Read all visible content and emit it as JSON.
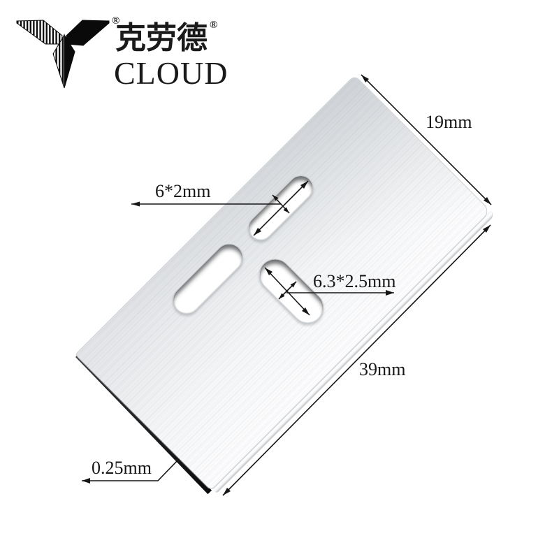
{
  "brand": {
    "name_cn": "克劳德",
    "name_en": "CLOUD",
    "registered_mark": "®"
  },
  "annotations": {
    "top_edge_width": "19mm",
    "side_edge_length": "39mm",
    "small_slot_size": "6*2mm",
    "large_slot_size": "6.3*2.5mm",
    "blade_thickness": "0.25mm"
  },
  "colors": {
    "background": "#ffffff",
    "dimension_lines": "#161616",
    "blade_face_dark": "#e2e4e7",
    "blade_face_light": "#fdfdfe",
    "blade_cutting_edge": "#0b0c0d",
    "logo_black": "#000000"
  }
}
